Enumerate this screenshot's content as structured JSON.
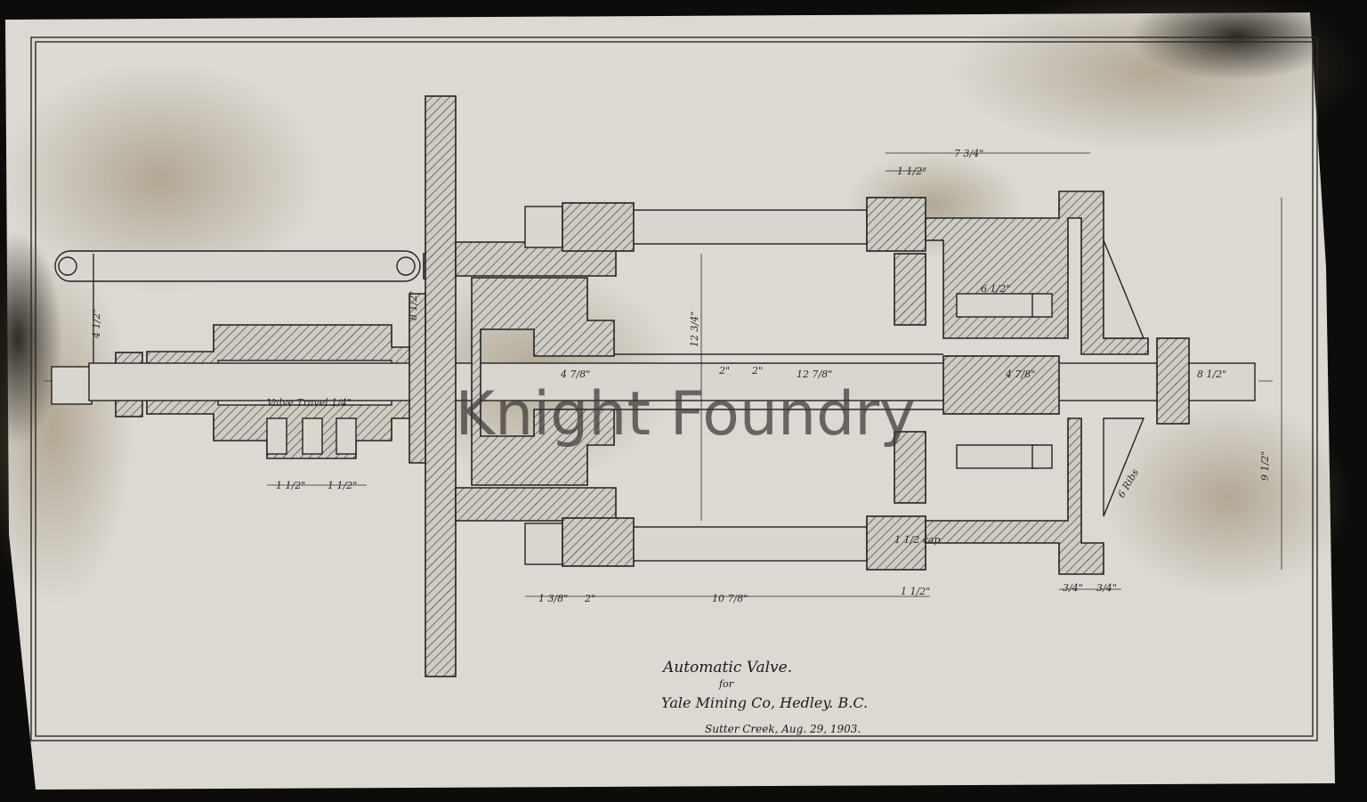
{
  "drawing": {
    "title": "Automatic Valve.",
    "for_line": "for",
    "client": "Yale Mining Co, Hedley. B.C.",
    "place_date": "Sutter Creek, Aug. 29, 1903.",
    "watermark": "Knight Foundry",
    "colors": {
      "paper": "#dcd9d2",
      "ink": "#2b2927",
      "stain": "#a89a7e",
      "background": "#0d0c0b"
    },
    "dimensions": {
      "top_overall": "7 3/4\"",
      "top_small": "1 1/2\"",
      "bottom_1": "1 3/8\"",
      "bottom_2": "2\"",
      "bottom_3": "10 7/8\"",
      "bottom_4": "1 1/2\"",
      "bottom_5": "3/4\"",
      "bottom_6": "3/4\"",
      "shaft_length_1": "4 7/8\"",
      "shaft_length_2": "12 7/8\"",
      "shaft_length_3": "4 7/8\"",
      "shaft_end": "8 1/2\"",
      "rod_spacing": "12 3/4\"",
      "right_height": "9 1/2\"",
      "plate_height": "8 1/2\"",
      "valve_travel": "Valve Travel 1/4\"",
      "lever_offset": "4 1/2\"",
      "dia_1": "2\"",
      "dia_2": "2\"",
      "nut_size": "6 1/2\"",
      "ribs": "6 Ribs",
      "cap": "1 1/2 cap",
      "port_1": "1 1/2\"",
      "port_2": "1 1/2\""
    }
  }
}
